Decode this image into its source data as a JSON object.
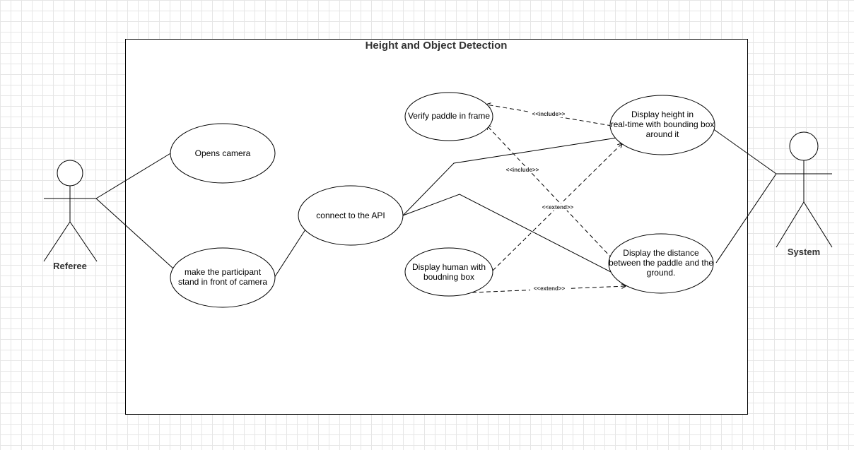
{
  "system": {
    "title": "Height and Object Detection"
  },
  "actors": {
    "referee": "Referee",
    "system": "System"
  },
  "use_cases": {
    "opens_camera": "Opens camera",
    "stand_line1": "make the participant",
    "stand_line2": "stand in front of camera",
    "connect_api": "connect to the API",
    "verify_paddle": "Verify paddle  in frame",
    "display_human_line1": "Display human with",
    "display_human_line2": "boudning box",
    "display_height_line1": "Display height in",
    "display_height_line2": "real-time with bounding box",
    "display_height_line3": "around it",
    "display_distance_line1": "Display the distance",
    "display_distance_line2": "between the paddle and the",
    "display_distance_line3": "ground."
  },
  "relationships": {
    "include_top": "<<include>>",
    "include_mid": "<<include>>",
    "extend_mid": "<<extend>>",
    "extend_bottom": "<<extend>>"
  }
}
